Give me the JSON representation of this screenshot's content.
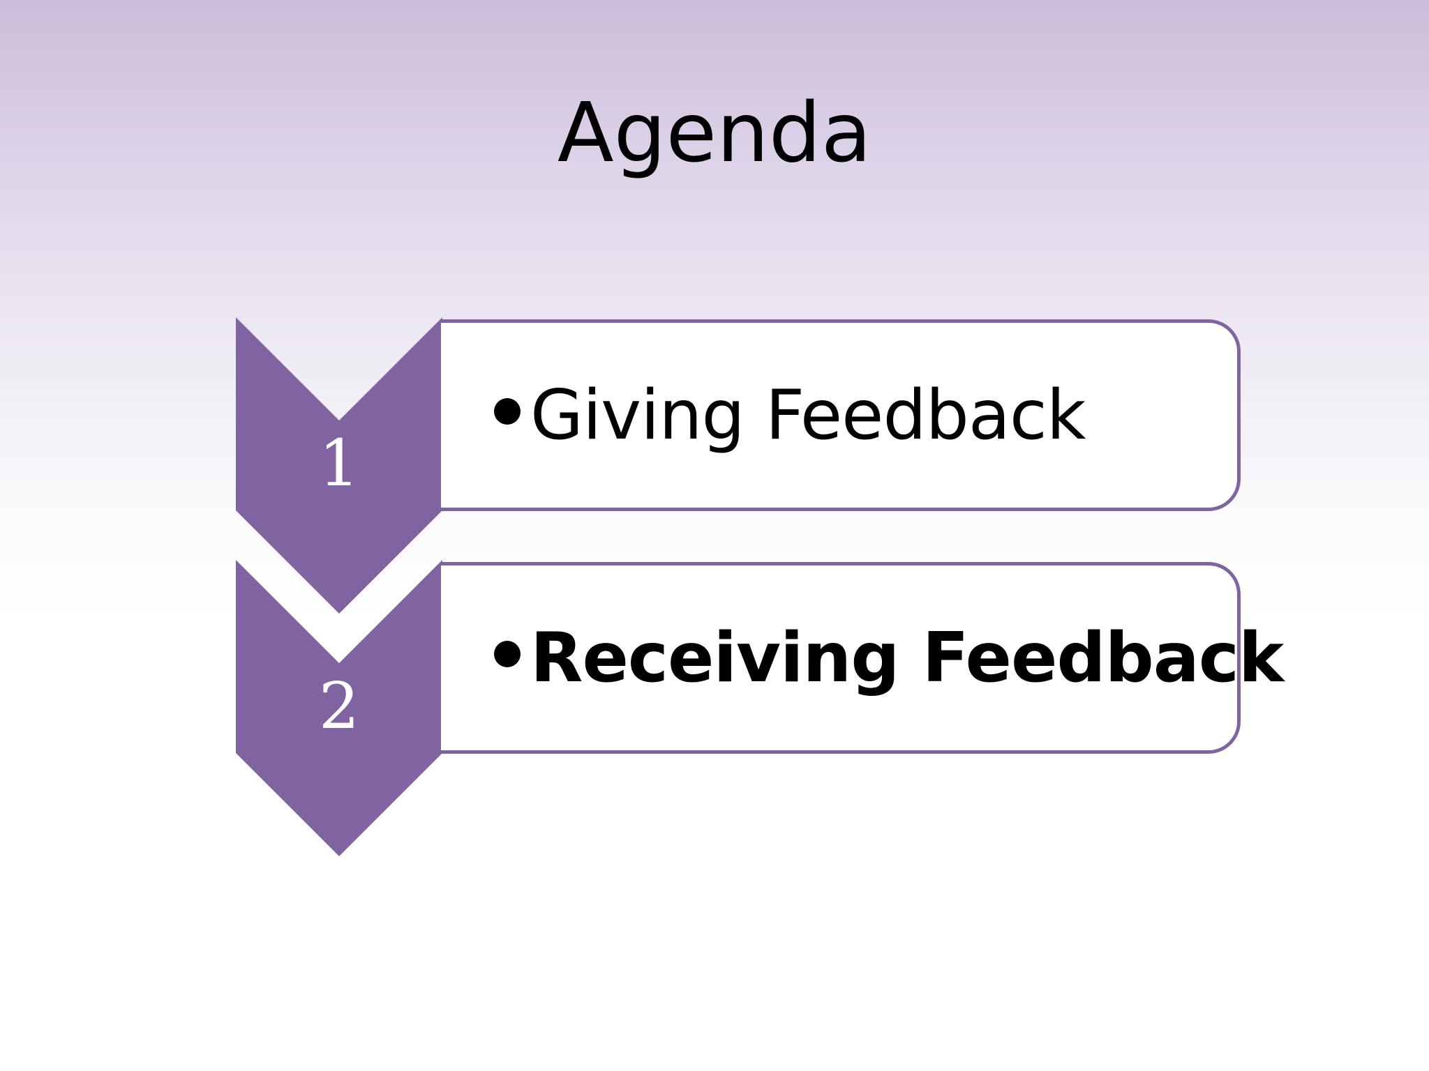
{
  "slide": {
    "title": "Agenda",
    "accent_color": "#8064a2",
    "steps": [
      {
        "number": "1",
        "text": "Giving Feedback",
        "emphasis": "normal"
      },
      {
        "number": "2",
        "text": "Receiving Feedback",
        "emphasis": "bold"
      }
    ]
  }
}
